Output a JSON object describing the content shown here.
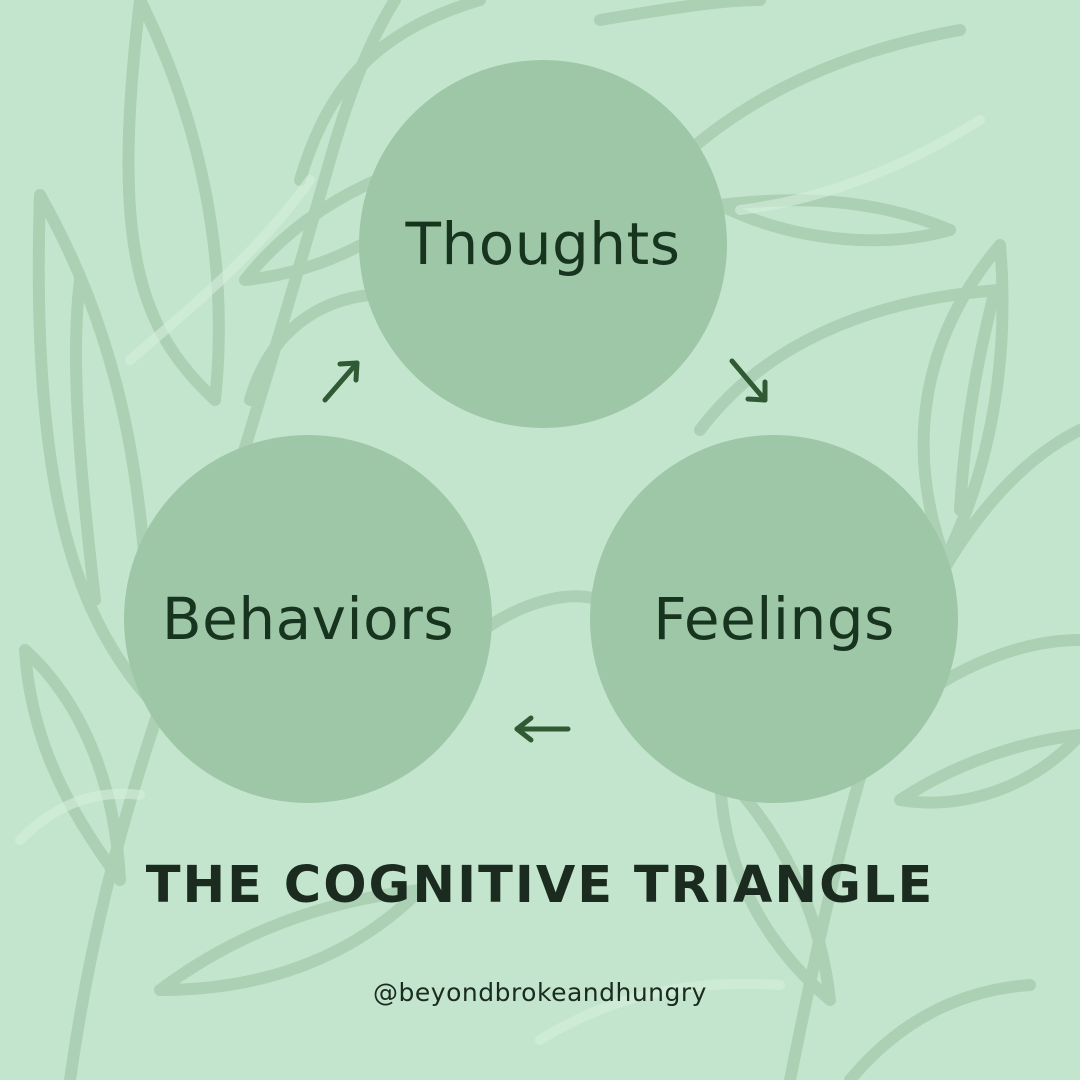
{
  "nodes": {
    "thoughts": "Thoughts",
    "feelings": "Feelings",
    "behaviors": "Behaviors"
  },
  "flow": [
    {
      "from": "thoughts",
      "to": "feelings"
    },
    {
      "from": "feelings",
      "to": "behaviors"
    },
    {
      "from": "behaviors",
      "to": "thoughts"
    }
  ],
  "title": "THE COGNITIVE TRIANGLE",
  "handle": "@beyondbrokeandhungry",
  "colors": {
    "background": "#c4e5cd",
    "circle": "#9dc7a6",
    "arrow": "#2f5a34",
    "text": "#17341f",
    "leaf_outline": "#a8cdb0"
  }
}
